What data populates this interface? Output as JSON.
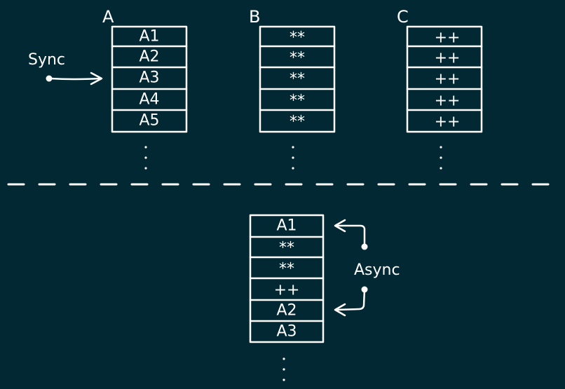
{
  "top_columns": [
    {
      "label": "A",
      "cells": [
        "A1",
        "A2",
        "A3",
        "A4",
        "A5"
      ]
    },
    {
      "label": "B",
      "cells": [
        "**",
        "**",
        "**",
        "**",
        "**"
      ]
    },
    {
      "label": "C",
      "cells": [
        "++",
        "++",
        "++",
        "++",
        "++"
      ]
    }
  ],
  "sync_label": "Sync",
  "async_label": "Async",
  "bottom_column": {
    "cells": [
      "A1",
      "**",
      "**",
      "++",
      "A2",
      "A3"
    ]
  },
  "colors": {
    "background": "#022833",
    "ink": "#ffffff"
  }
}
